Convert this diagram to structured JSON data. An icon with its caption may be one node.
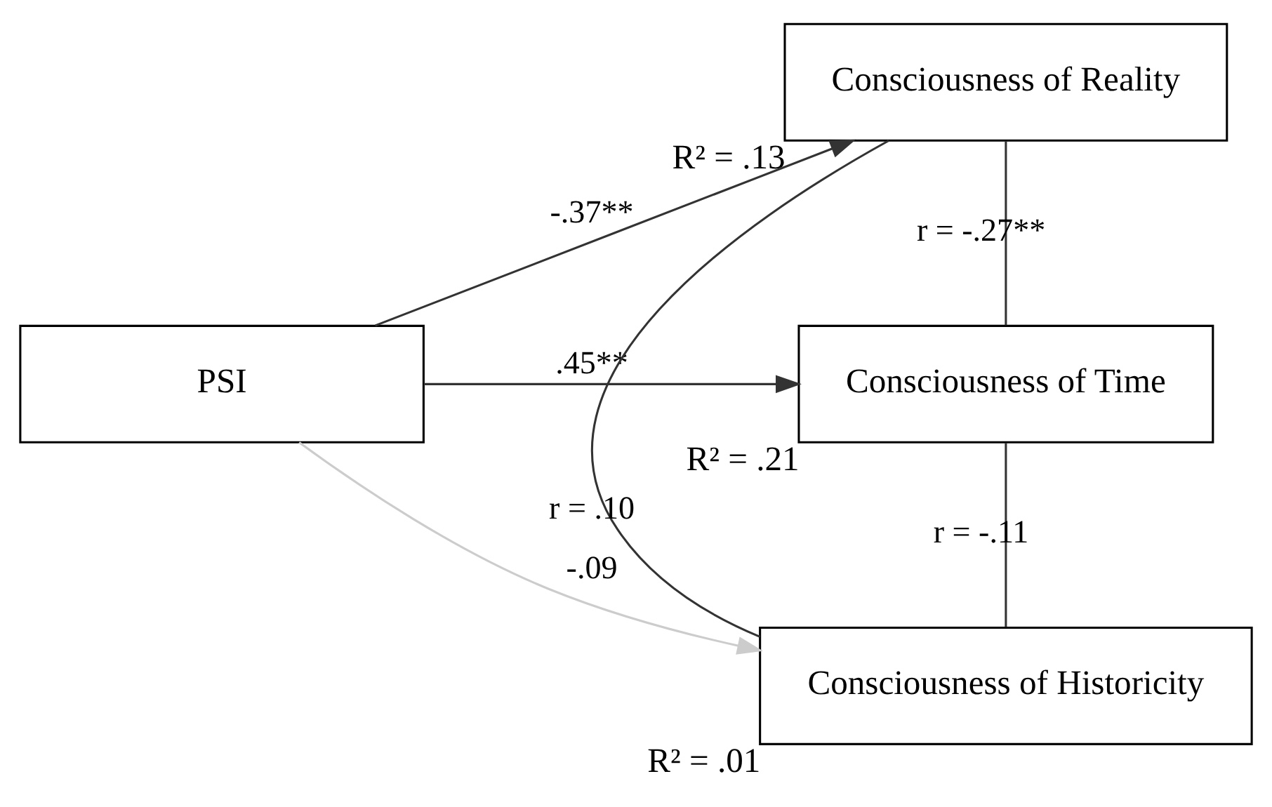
{
  "diagram": {
    "nodes": [
      {
        "text": [
          "PSI"
        ]
      },
      {
        "text": [
          "Consciousness of Reality"
        ],
        "beside": [
          "R² = .13"
        ]
      },
      {
        "text": [
          "Consciousness of Time"
        ],
        "beside": [
          "R² = .21"
        ]
      },
      {
        "text": [
          "Consciousness of Historicity"
        ],
        "beside": [
          "R² = .01"
        ]
      }
    ],
    "edges": [
      {
        "from": 0,
        "to": 1,
        "arrow": "to",
        "label": "-.37**"
      },
      {
        "from": 0,
        "to": 2,
        "arrow": "to",
        "label": ".45**"
      },
      {
        "from": 0,
        "to": 3,
        "arrow": "to",
        "label": "-.09",
        "color": "#cccccc"
      },
      {
        "from": 1,
        "to": 2,
        "arrow": "none",
        "label": "r = -.27**"
      },
      {
        "from": 2,
        "to": 3,
        "arrow": "none",
        "label": "r = -.11"
      },
      {
        "from": 1,
        "to": 3,
        "arrow": "none",
        "label": "r = .10"
      }
    ]
  }
}
